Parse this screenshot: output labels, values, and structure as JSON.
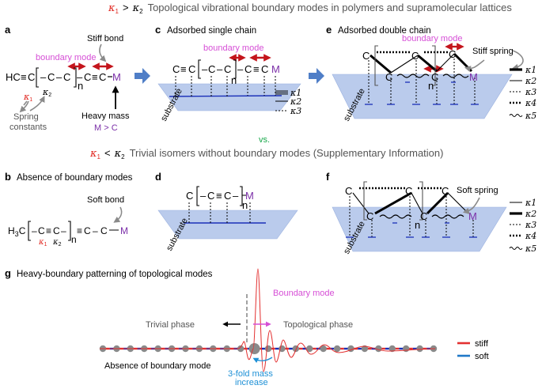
{
  "header_top": {
    "kappa1": "κ",
    "sub1": "1",
    "relation": ">",
    "kappa2": "κ",
    "sub2": "2",
    "text": "Topological vibrational boundary modes in polymers and supramolecular lattices"
  },
  "header_mid": {
    "kappa1": "κ",
    "sub1": "1",
    "relation": "<",
    "kappa2": "κ",
    "sub2": "2",
    "text": "Trivial isomers without boundary modes (Supplementary Information)"
  },
  "versus": "vs.",
  "panels": {
    "a": {
      "label": "a",
      "boundary_mode": "boundary mode",
      "stiff_bond": "Stiff bond",
      "spring_constants_1": "Spring",
      "spring_constants_2": "constants",
      "heavy_mass": "Heavy mass",
      "mass_relation": "M > C",
      "mass_M": "M",
      "chain_prefix": "HC",
      "subscript_n": "n"
    },
    "b": {
      "label": "b",
      "title": "Absence of boundary modes",
      "soft_bond": "Soft bond",
      "chain_prefix": "H",
      "chain_sub": "3",
      "subscript_n": "n"
    },
    "c": {
      "label": "c",
      "title": "Adsorbed single chain",
      "boundary_mode": "boundary mode",
      "substrate": "substrate",
      "subscript_n": "n",
      "legend": [
        "κ1",
        "κ2",
        "κ3"
      ]
    },
    "d": {
      "label": "d",
      "substrate": "substrate",
      "subscript_n": "n"
    },
    "e": {
      "label": "e",
      "title": "Adsorbed double chain",
      "boundary_mode": "boundary mode",
      "stiff_spring": "Stiff spring",
      "substrate": "substrate",
      "subscript_n": "n",
      "legend": [
        "κ1",
        "κ2",
        "κ3",
        "κ4",
        "κ5"
      ]
    },
    "f": {
      "label": "f",
      "soft_spring": "Soft spring",
      "substrate": "substrate",
      "subscript_n": "n",
      "legend": [
        "κ1",
        "κ2",
        "κ3",
        "κ4",
        "κ5"
      ]
    },
    "g": {
      "label": "g",
      "title": "Heavy-boundary patterning of topological modes",
      "boundary_mode": "Boundary mode",
      "trivial_phase": "Trivial phase",
      "topological_phase": "Topological phase",
      "absence": "Absence of boundary mode",
      "mass_increase_1": "3-fold mass",
      "mass_increase_2": "increase",
      "legend_stiff": "stiff",
      "legend_soft": "soft",
      "lattice_sites": 25,
      "heavy_site_index": 11
    }
  },
  "atoms": {
    "C": "C",
    "M": "M",
    "bond_single": "–",
    "bond_triple": "≡"
  },
  "colors": {
    "magenta": "#d64fd6",
    "purple": "#7b2fa8",
    "red": "#e0261f",
    "dark_red": "#c4151c",
    "blue": "#1a2fb8",
    "substrate": "#b3c5ea",
    "arrow_blue": "#4f7ec7",
    "green": "#17a84a",
    "cyan": "#1e90d6",
    "soft_blue": "#1f78c8",
    "stiff_red": "#e33030",
    "node_grey": "#8a8a8a"
  }
}
